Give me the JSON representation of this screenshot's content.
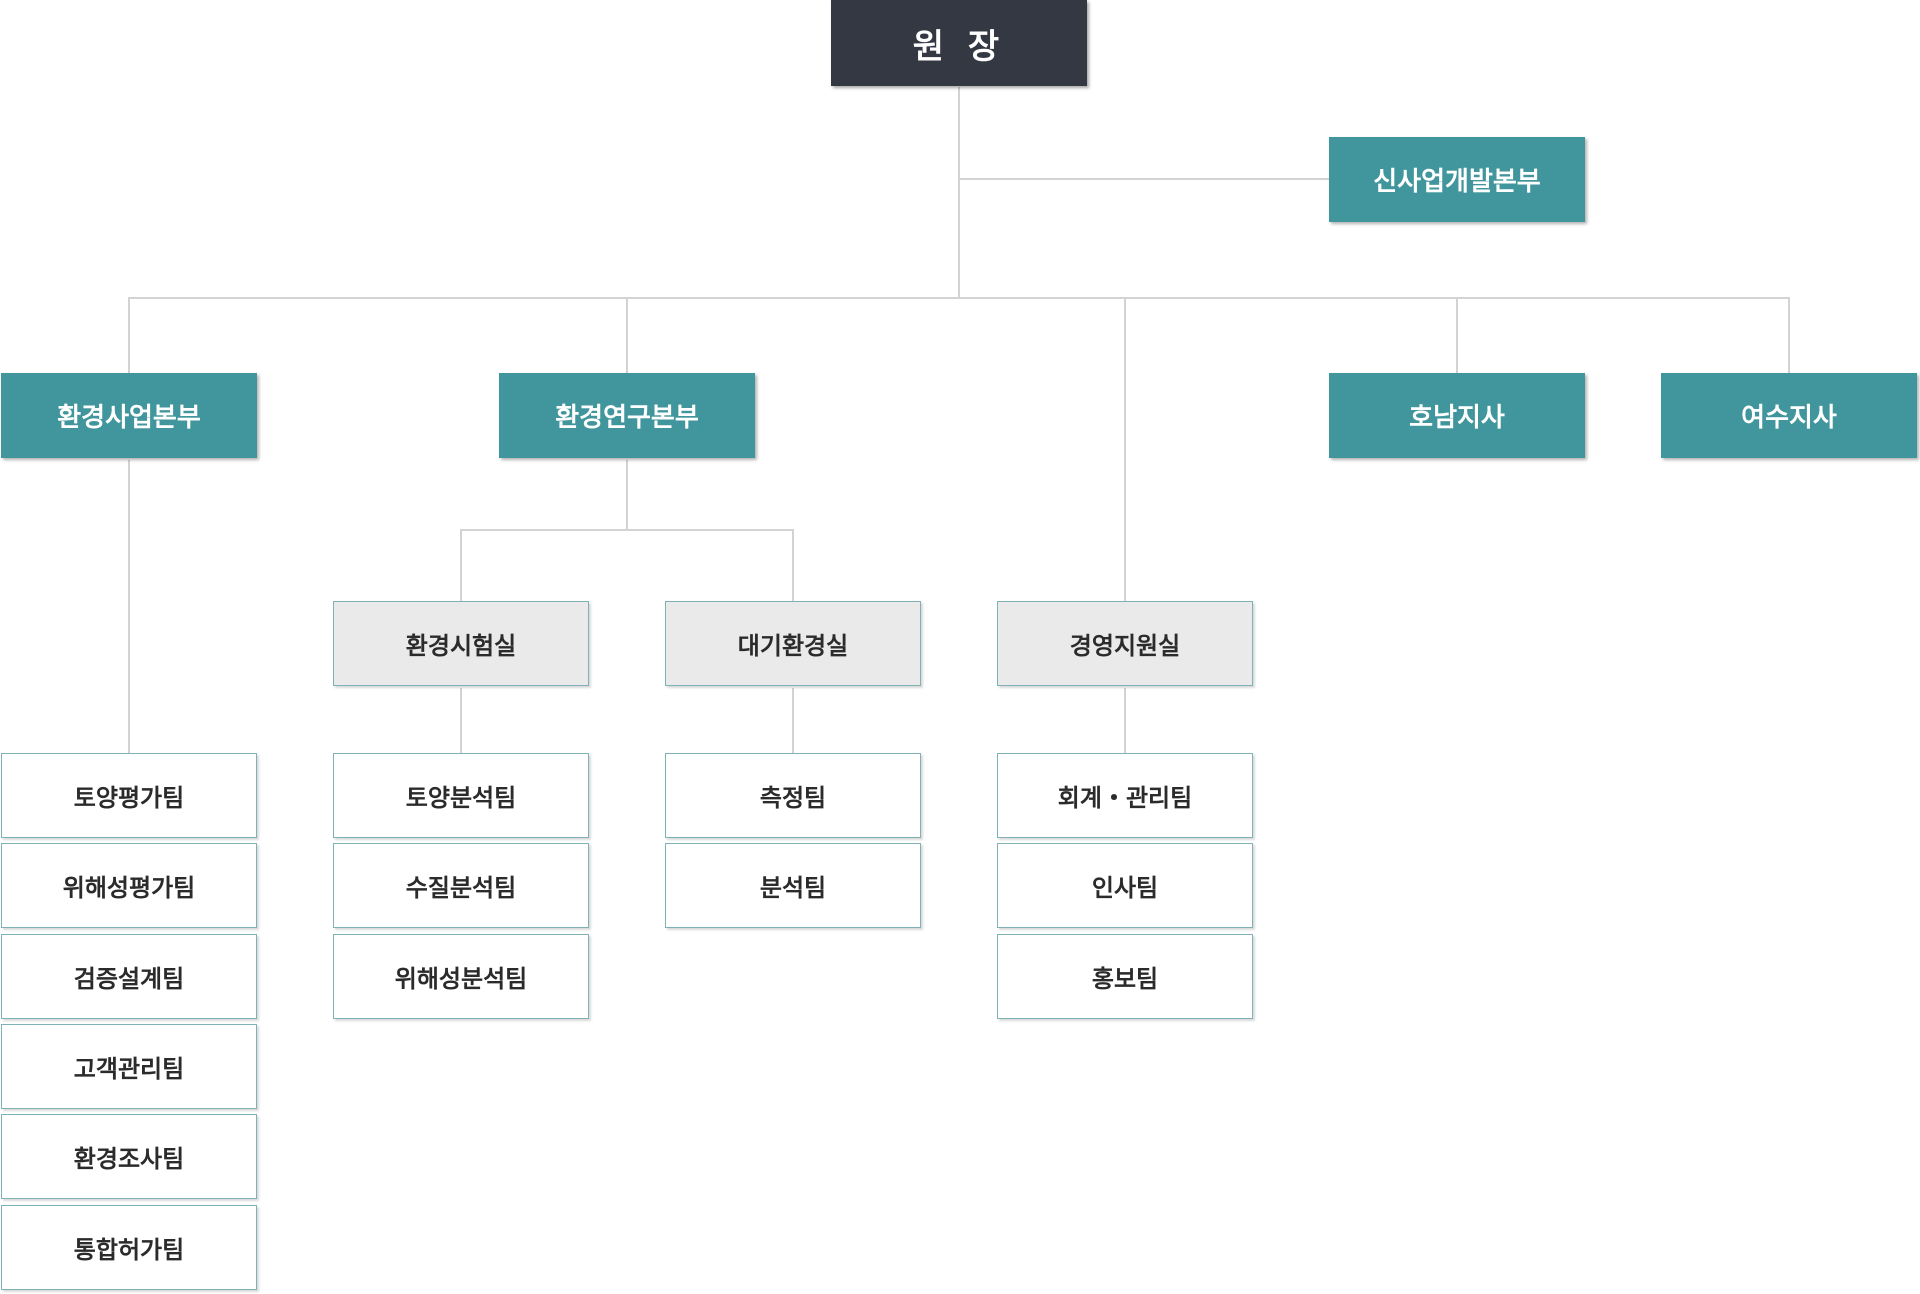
{
  "head": "원 장",
  "new_business": "신사업개발본부",
  "divisions": {
    "env_business": "환경사업본부",
    "env_research": "환경연구본부",
    "honam": "호남지사",
    "yeosu": "여수지사"
  },
  "offices": {
    "env_testing": "환경시험실",
    "air_env": "대기환경실",
    "management_support": "경영지원실"
  },
  "teams": {
    "env_business": [
      "토양평가팀",
      "위해성평가팀",
      "검증설계팀",
      "고객관리팀",
      "환경조사팀",
      "통합허가팀"
    ],
    "env_testing": [
      "토양분석팀",
      "수질분석팀",
      "위해성분석팀"
    ],
    "air_env": [
      "측정팀",
      "분석팀"
    ],
    "management_support": [
      "회계・관리팀",
      "인사팀",
      "홍보팀"
    ]
  },
  "colors": {
    "head_bg": "#343843",
    "division_bg": "#40969c",
    "office_bg": "#eaeaea",
    "team_border": "#7fb2b6",
    "connector": "#d3d3d3"
  }
}
